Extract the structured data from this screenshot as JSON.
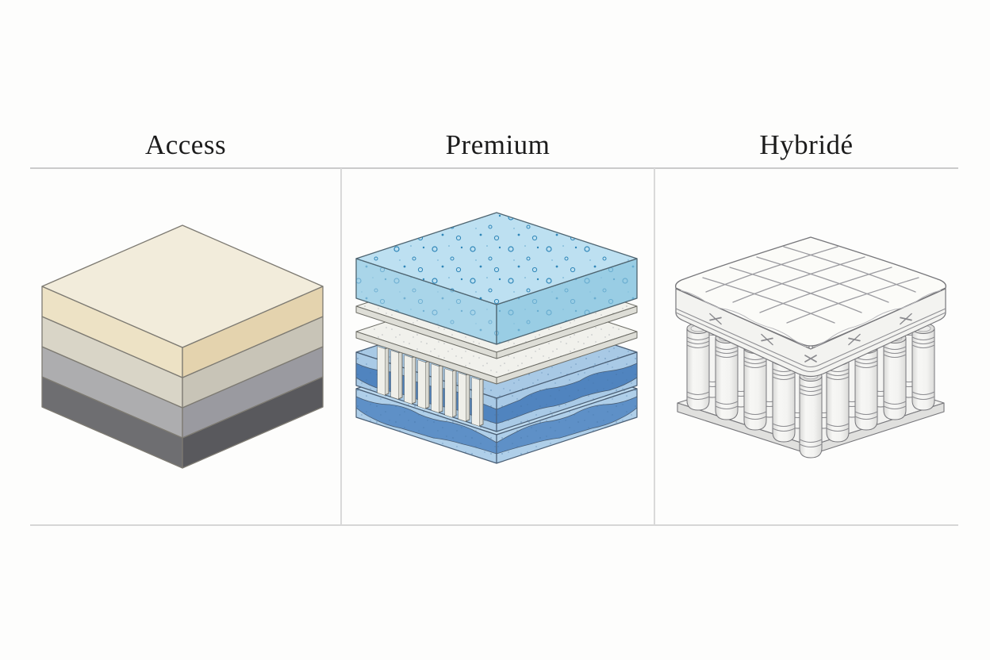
{
  "columns": [
    {
      "title": "Access"
    },
    {
      "title": "Premium"
    },
    {
      "title": "Hybridé"
    }
  ],
  "rules": {
    "top_line": "#cbcbcb",
    "bottom_line": "#d6d6d6",
    "divider": "#d9d9d9"
  },
  "title_color": "#1c1c1c",
  "colors": {
    "access": {
      "top_face": "#F2ECDB",
      "layer1_left": "#EDE2C5",
      "layer1_right": "#E4D3AE",
      "layer2_left": "#D9D5C7",
      "layer2_right": "#C8C4B7",
      "layer3_left": "#ADADAF",
      "layer3_right": "#9A9AA0",
      "layer4_left": "#6E6E71",
      "layer4_right": "#59595D"
    },
    "premium": {
      "gel_top": "#BDE0F1",
      "gel_left": "#A9D5E9",
      "gel_right": "#99CDE4",
      "bubble": "#2F86B8",
      "sheet_top": "#F1F1EC",
      "sheet_side": "#DEDED7",
      "fin": "#EFEFE9",
      "fin_shade": "#D9D9D1",
      "mid_slab_top": "#A8C9E5",
      "mid_slab_face": "#A9CAE6",
      "mid_wave": "#5084BF",
      "base_slab_top": "#BCD9EE",
      "base_slab_face": "#AFCFE9",
      "base_wave": "#5E90C7"
    },
    "hybride": {
      "pillow": "#FBFBF8",
      "band": "#F3F3F0",
      "coil_body_light": "#F6F6F4",
      "coil_body_shade": "#D8D8D6",
      "coil_cap": "#DCDCDA",
      "coil_cap_inner": "#EDEDEB",
      "base_top": "#F2F2F0",
      "base_side": "#E0E0DE",
      "quilt_line": "#9b9ba0",
      "stitch": "#8a8a8e"
    }
  }
}
